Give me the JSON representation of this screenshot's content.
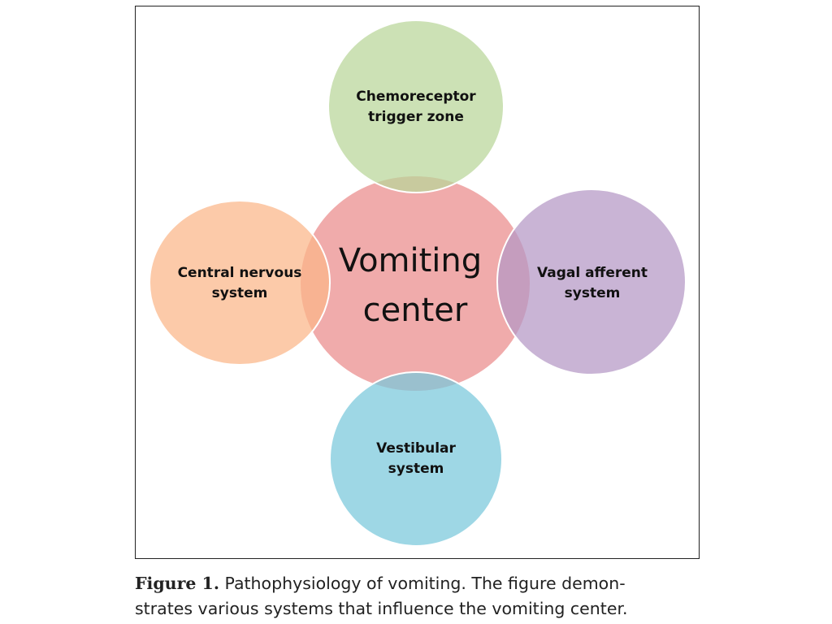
{
  "diagram": {
    "center": {
      "line1": "Vomiting",
      "line2": "center"
    },
    "nodes": {
      "top": {
        "line1": "Chemoreceptor",
        "line2": "trigger zone"
      },
      "left": {
        "line1": "Central nervous",
        "line2": "system"
      },
      "right": {
        "line1": "Vagal afferent",
        "line2": "system"
      },
      "bottom": {
        "line1": "Vestibular",
        "line2": "system"
      }
    },
    "colors": {
      "center": "#ea8a8a",
      "top": "#b9d599",
      "left": "#fbb688",
      "right": "#b497c5",
      "bottom": "#79c8db"
    }
  },
  "caption": {
    "figure_label": "Figure 1.",
    "line1": "Pathophysiology of vomiting. The figure demon-",
    "line2": "strates various systems that influence the vomiting center."
  }
}
